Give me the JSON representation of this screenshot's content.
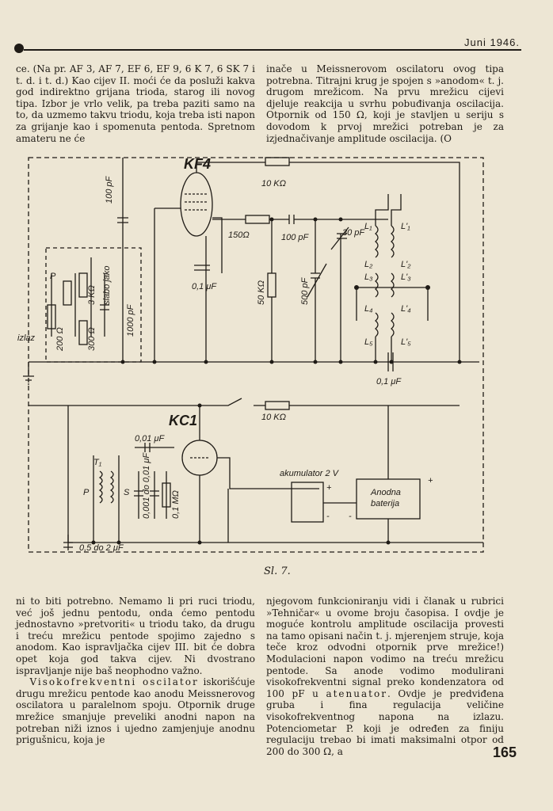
{
  "header": {
    "date": "Juni 1946."
  },
  "body": {
    "left_col_1": "ce. (Na pr. AF 3, AF 7, EF 6, EF 9, 6 K 7, 6 SK 7 i t. d. i t. d.) Kao cijev II. moći će da posluži kakva god indirektno grijana trioda, starog ili novog tipa. Izbor je vrlo velik, pa treba paziti samo na to, da uzmemo takvu triodu, koja treba isti napon za grijanje kao i spomenuta pentoda. Spretnom amateru ne će",
    "right_col_1": "inače u Meissnerovom oscilatoru ovog tipa potrebna. Titrajni krug je spojen s »anodom« t. j. drugom mrežicom. Na prvu mrežicu cijevi djeluje reakcija u svrhu pobuđivanja oscilacija. Otpornik od 150 Ω, koji je stavljen u seriju s dovodom k prvoj mrežici potreban je za izjednačivanje amplitude oscilacija. (O",
    "left_col_2_a": "ni to biti potrebno. Nemamo li pri ruci triodu, već još jednu pentodu, onda ćemo pentodu jednostavno »pretvoriti« u triodu tako, da drugu i treću mrežicu pentode spojimo zajedno s anodom. Kao ispravljačka cijev III. bit će dobra opet koja god takva cijev. Ni dvostrano ispravljanje nije baš neophodno važno.",
    "left_col_2_b_lead": "Visokofrekventni oscilator",
    "left_col_2_b": " iskorišćuje drugu mrežicu pentode kao anodu Meissnerovog oscilatora u paralelnom spoju. Otpornik druge mrežice smanjuje preveliki anodni napon na potreban niži iznos i ujedno zamjenjuje anodnu prigušnicu, koja je",
    "right_col_2_a": "njegovom funkcioniranju vidi i članak u rubrici »Tehničar« u ovome broju časopisa. I ovdje je moguće kontrolu amplitude oscilacija provesti na tamo opisani način t. j. mjerenjem struje, koja teče kroz odvodni otpornik prve mrežice!) Modulacioni napon vodimo na treću mrežicu pentode. Sa anode vodimo modulirani visokofrekventni signal preko kondenzatora od 100 pF u ",
    "right_col_2_lead": "atenuator",
    "right_col_2_b": ". Ovdje je predviđena gruba i fina regulacija veličine visokofrekventnog napona na izlazu. Potenciometar P. koji je određen za finiju regulaciju trebao bi imati maksimalni otpor od 200 do 300 Ω, a"
  },
  "figure": {
    "caption": "Sl. 7.",
    "labels": {
      "kf4": "KF4",
      "kc1": "KC1",
      "c100pf_top": "100 pF",
      "r10k_top": "10 KΩ",
      "r150": "150Ω",
      "c100pf_mid": "100 pF",
      "c30pf": "30 pF",
      "c01_left": "0,1 μF",
      "r50k": "50 KΩ",
      "c500pf": "500 pF",
      "c01_bottom": "0,1 μF",
      "r10k_bottom": "10 KΩ",
      "c001": "0,01 μF",
      "c0001_001": "0,001 do 0,01 μF",
      "r01m": "0,1 MΩ",
      "akumulator": "akumulator 2 V",
      "anodna": "Anodna",
      "baterija": "baterija",
      "c05_2": "0,5 do 2 μF",
      "izlaz": "izlaz",
      "p_left": "P",
      "r200": "200 Ω",
      "r3k": "3 KΩ",
      "r300": "300 Ω",
      "slabo_jako": "slabo jako",
      "c1000pf": "1000 pF",
      "t1": "T₁",
      "p_trafo": "P",
      "s_trafo": "S",
      "l1": "L₁",
      "l1p": "L'₁",
      "l2": "L₂",
      "l2p": "L'₂",
      "l3": "L₃",
      "l3p": "L'₃",
      "l4": "L₄",
      "l4p": "L'₄",
      "l5": "L₅",
      "l5p": "L'₅",
      "plus1": "+",
      "minus1": "-",
      "plus2": "+",
      "minus2": "-"
    }
  },
  "page_number": "165"
}
